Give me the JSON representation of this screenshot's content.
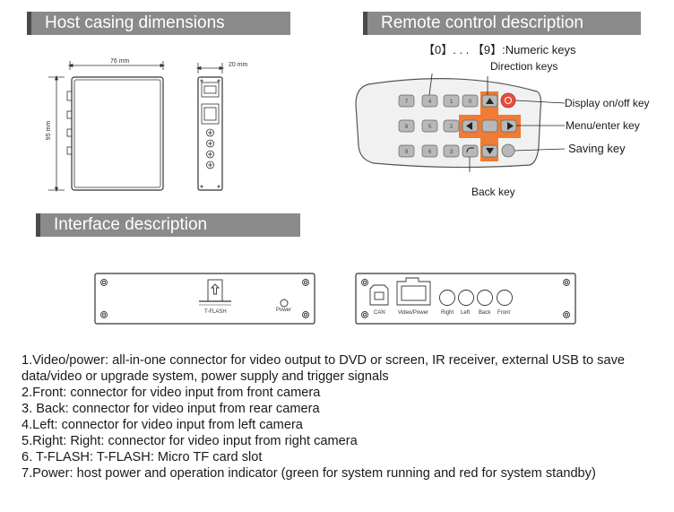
{
  "sections": {
    "host_casing": "Host casing dimensions",
    "remote_control": "Remote control description",
    "interface": "Interface description"
  },
  "casing": {
    "width_label": "76 mm",
    "height_label": "95 mm",
    "depth_label": "20 mm"
  },
  "remote": {
    "callouts": {
      "numeric": "【0】. . . 【9】:Numeric keys",
      "direction": "Direction keys",
      "display": "Display on/off key",
      "menu": "Menu/enter key",
      "saving": "Saving key",
      "back": "Back key"
    }
  },
  "panels": {
    "tflash": "T-FLASH",
    "power": "Power",
    "can": "CAN",
    "video_power": "Video/Power",
    "right": "Right",
    "left": "Left",
    "back": "Back",
    "front": "Front"
  },
  "description": [
    "1.Video/power: all-in-one connector for video output to DVD or screen, IR receiver, external USB to save data/video or upgrade system, power supply and trigger signals",
    "2.Front: connector for video input from front camera",
    "3. Back:   connector for video input from rear camera",
    "4.Left:   connector for video input from left camera",
    "5.Right: Right: connector for video input from right camera",
    "6. T-FLASH: T-FLASH: Micro TF card slot",
    "7.Power:   host power and operation indicator (green for system running and red for system standby)"
  ]
}
